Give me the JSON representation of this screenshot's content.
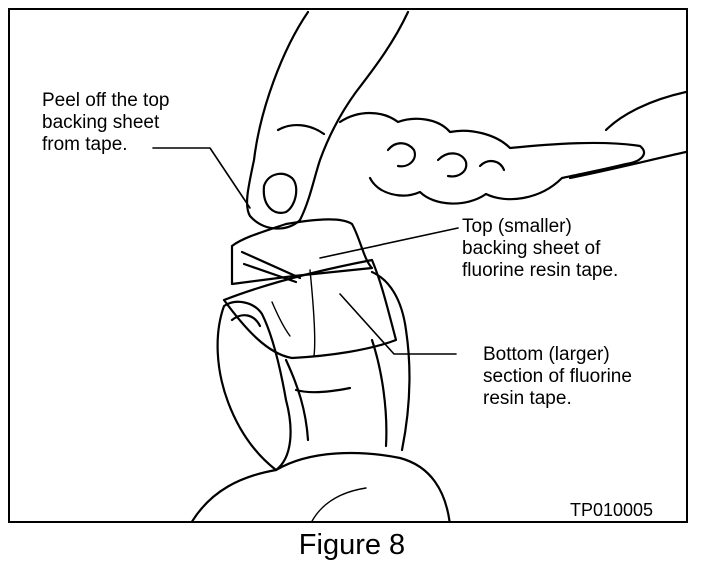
{
  "labels": {
    "peel": "Peel off the top\nbacking sheet\nfrom tape.",
    "top_sheet": "Top (smaller)\nbacking  sheet of\nfluorine resin tape.",
    "bottom_section": "Bottom (larger)\nsection of fluorine\nresin tape."
  },
  "drawing_code": "TP010005",
  "caption": "Figure 8"
}
